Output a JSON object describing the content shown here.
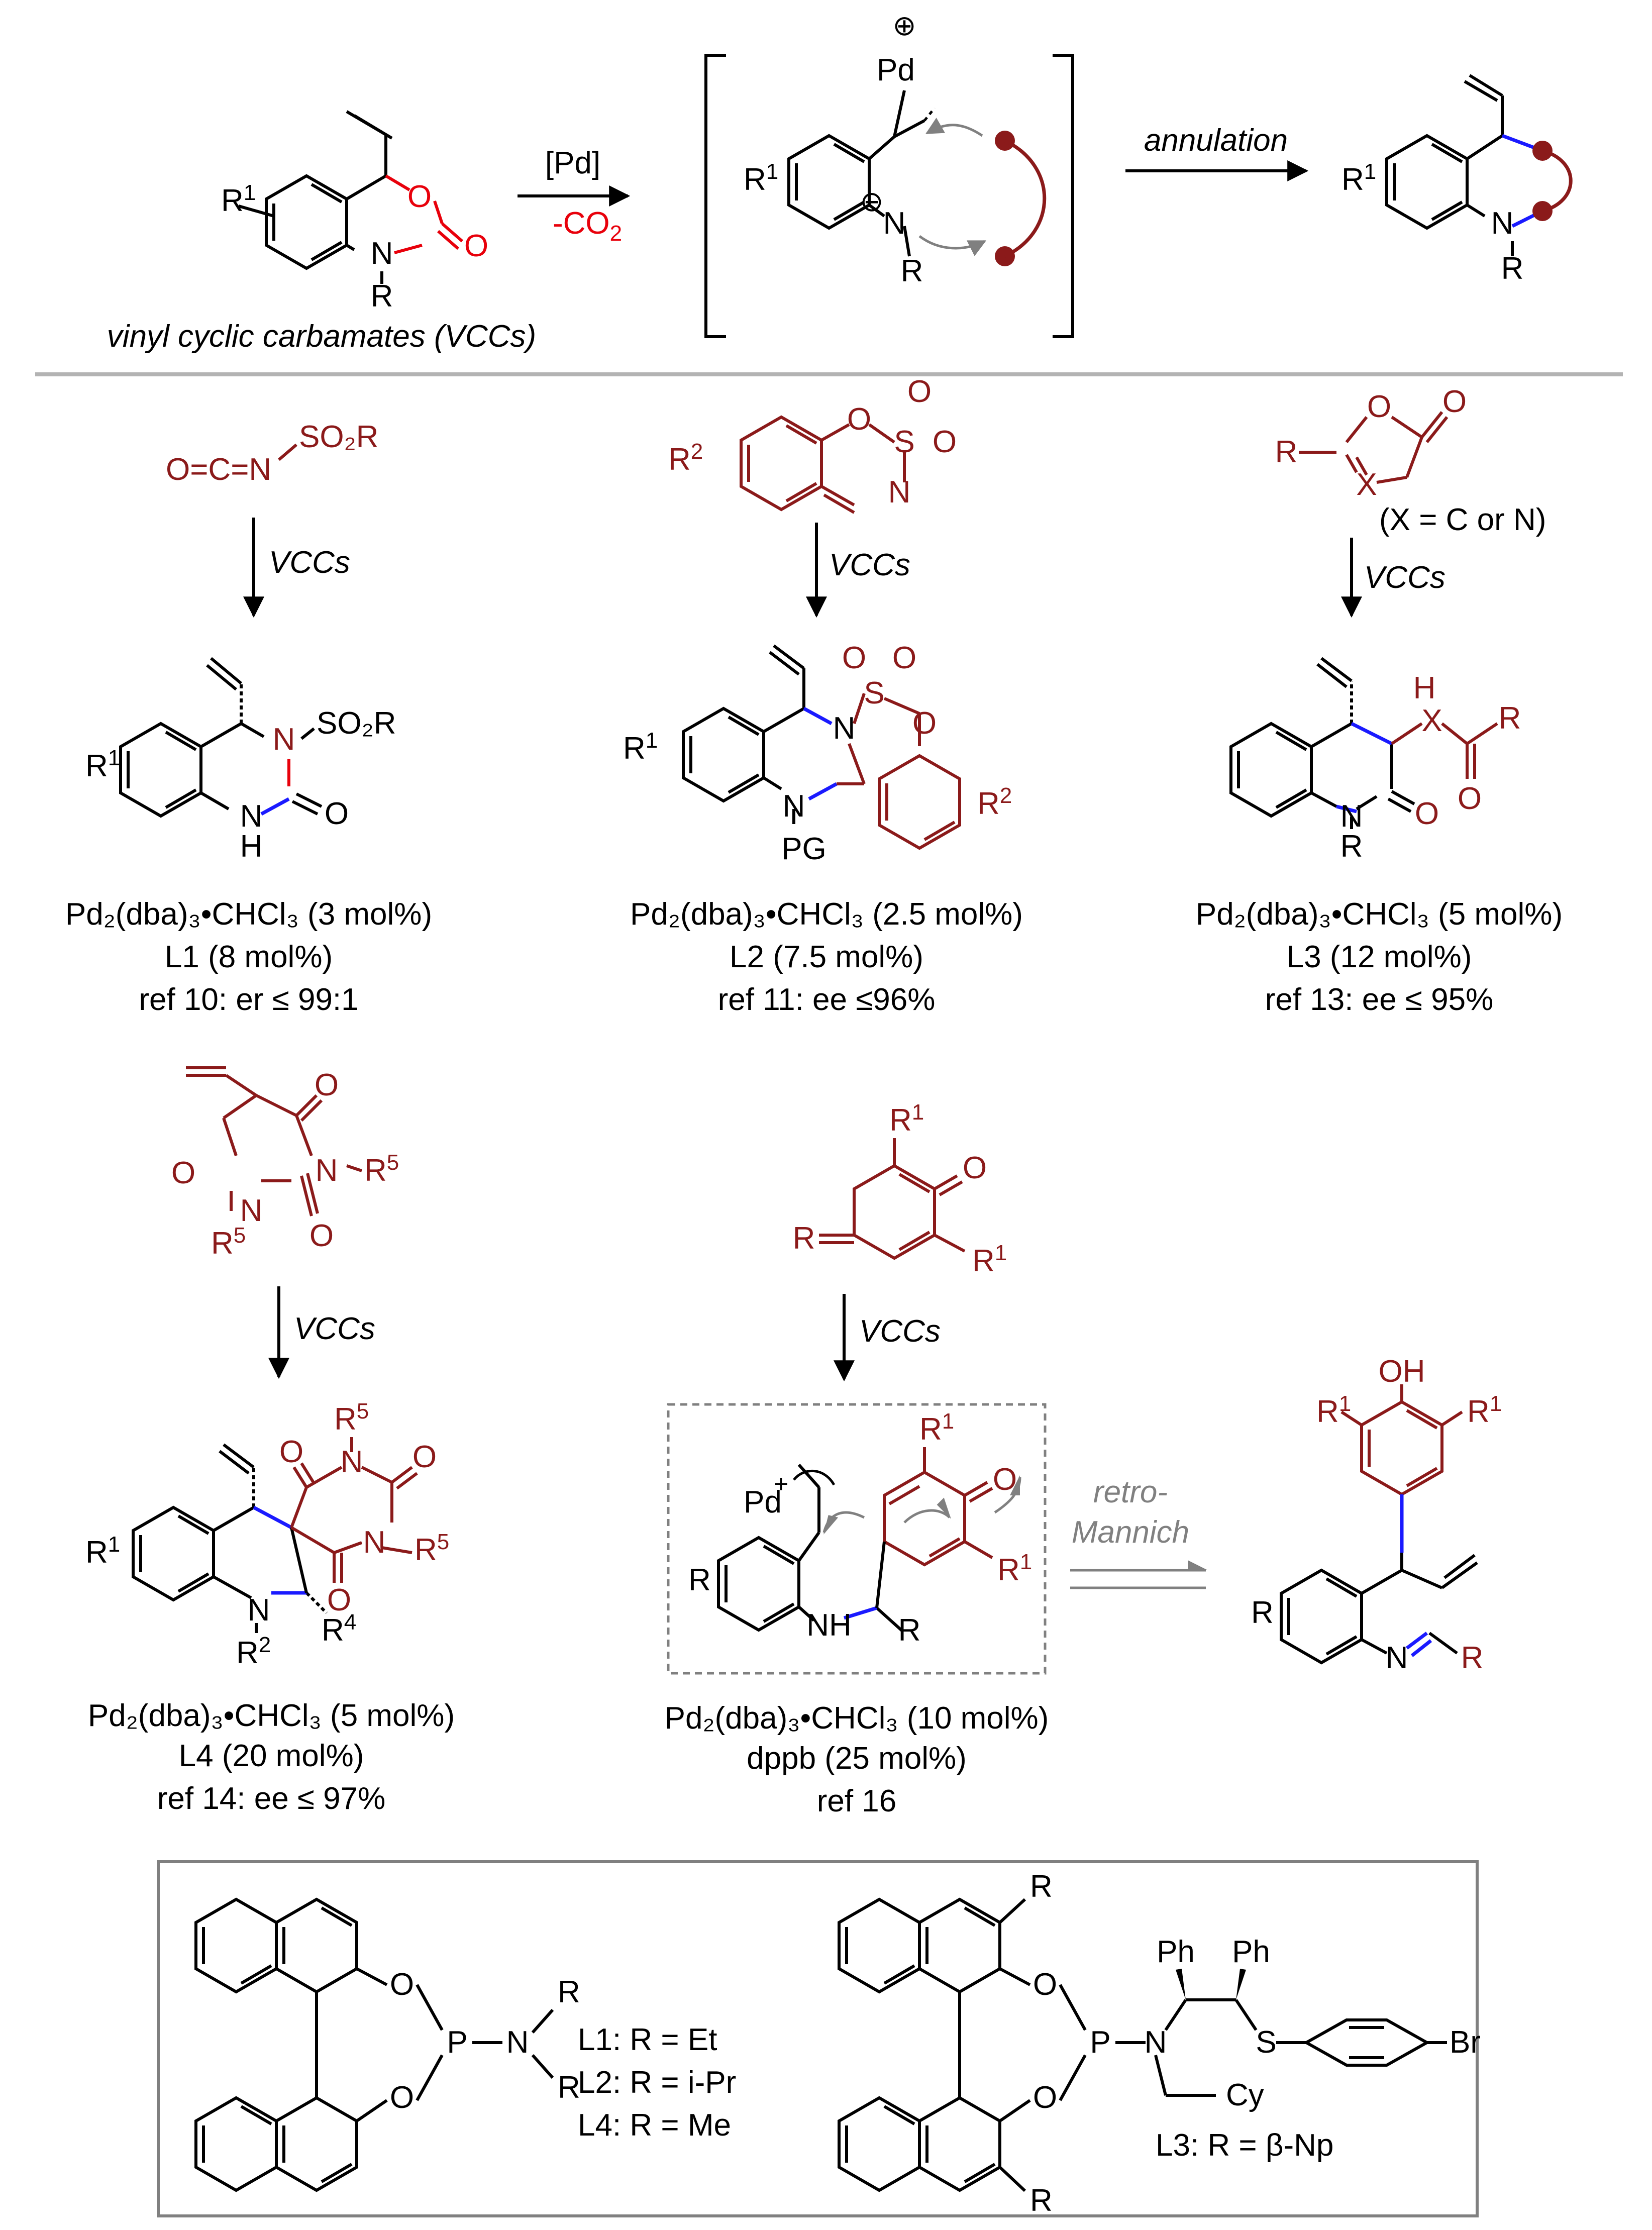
{
  "header": {
    "reagent_label": "vinyl cyclic carbamates (VCCs)",
    "catalyst": "[Pd]",
    "byproduct": "-CO",
    "byproduct_sub": "2",
    "step_label": "annulation"
  },
  "atoms": {
    "O": "O",
    "N": "N",
    "H": "H",
    "R": "R",
    "S": "S",
    "X": "X",
    "Pd": "Pd",
    "R1_base": "R",
    "R1_sup": "1",
    "R2_base": "R",
    "R2_sup": "2",
    "R4_base": "R",
    "R4_sup": "4",
    "R5_base": "R",
    "R5_sup": "5",
    "PG": "PG",
    "NH": "NH",
    "OH": "OH",
    "Ph": "Ph",
    "Cy": "Cy",
    "Br": "Br",
    "plus": "+",
    "circle_plus": "⊕",
    "circle_minus": "⊖",
    "SO2R": "SO₂R",
    "OCN": "O=C=N",
    "X_note": "(X = C or N)"
  },
  "arrow_label": "VCCs",
  "retro_label_1": "retro-",
  "retro_label_2": "Mannich",
  "conditions": [
    {
      "catalyst": "Pd₂(dba)₃•CHCl₃ (3 mol%)",
      "ligand": "L1 (8 mol%)",
      "result": "ref 10: er ≤ 99:1"
    },
    {
      "catalyst": "Pd₂(dba)₃•CHCl₃ (2.5 mol%)",
      "ligand": "L2 (7.5 mol%)",
      "result": "ref 11: ee ≤96%"
    },
    {
      "catalyst": "Pd₂(dba)₃•CHCl₃ (5 mol%)",
      "ligand": "L3 (12 mol%)",
      "result": "ref 13: ee ≤ 95%"
    },
    {
      "catalyst": "Pd₂(dba)₃•CHCl₃ (5 mol%)",
      "ligand": "L4 (20 mol%)",
      "result": "ref 14:  ee ≤ 97%"
    },
    {
      "catalyst": "Pd₂(dba)₃•CHCl₃ (10 mol%)",
      "ligand": "dppb (25 mol%)",
      "result": "ref 16"
    }
  ],
  "ligands": {
    "L1": "L1: R = Et",
    "L2": "L2: R = i-Pr",
    "L4": "L4: R = Me",
    "L3": "L3: R = β-Np"
  },
  "colors": {
    "ink": "#000000",
    "substrate": "#8b1a1a",
    "new_bond": "#1a1aff",
    "carbamate": "#e8000b",
    "gray": "#808080",
    "divider": "#b3b3b3"
  }
}
